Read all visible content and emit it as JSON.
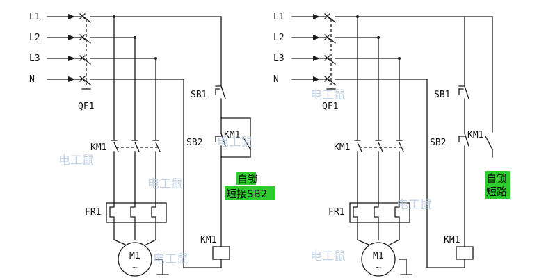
{
  "phases": [
    "L1",
    "L2",
    "L3",
    "N"
  ],
  "breaker_label": "QF1",
  "contactor_label": "KM1",
  "overload_label": "FR1",
  "motor_label": "M1",
  "motor_symbol": "~",
  "stop_button_label": "SB1",
  "start_button_label": "SB2",
  "coil_label": "KM1",
  "aux_contact_label": "KM1",
  "left_note": {
    "line1": "自锁",
    "line2": "短接SB2"
  },
  "right_note": {
    "line1": "自锁",
    "line2": "短路"
  },
  "watermark": "电工鼠",
  "note_color": "#2fcc2f"
}
